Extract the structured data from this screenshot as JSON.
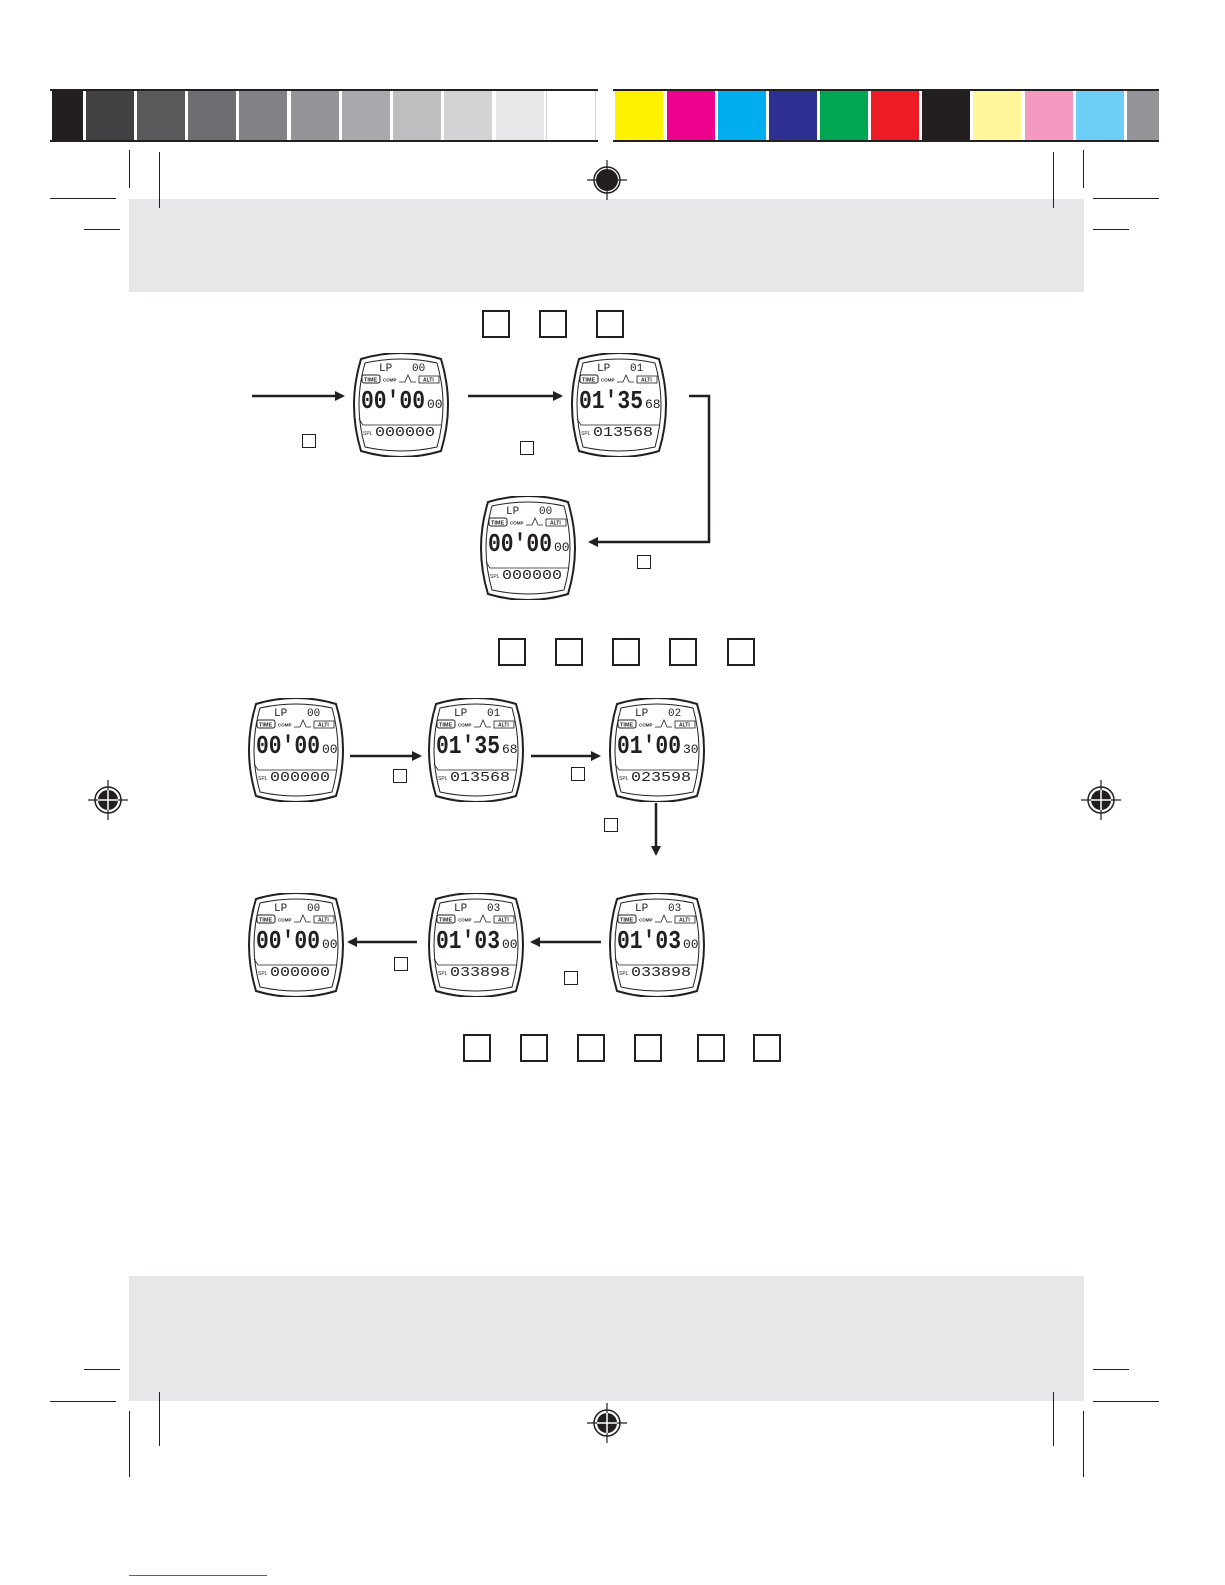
{
  "colors": {
    "gray_bar": [
      "#231f20",
      "#414042",
      "#58595b",
      "#6d6e71",
      "#808285",
      "#939598",
      "#a7a9ac",
      "#bcbec0",
      "#d1d3d4",
      "#e6e7e8",
      "#ffffff"
    ],
    "color_bar": [
      "#fff200",
      "#ec008c",
      "#00aeef",
      "#2e3192",
      "#00a651",
      "#ed1c24",
      "#231f20",
      "#fff799",
      "#f49ac1",
      "#6dcff6",
      "#939598"
    ],
    "band": "#e6e7e8",
    "ink": "#231f20"
  },
  "watch_labels": {
    "lp": "LP",
    "time": "TIME",
    "comp": "COMP",
    "alti": "ALTI",
    "spl": "SPL"
  },
  "section1": {
    "watches": [
      {
        "lap": "00",
        "main": "00'00",
        "hundredths": "00",
        "split": "000000"
      },
      {
        "lap": "01",
        "main": "01'35",
        "hundredths": "68",
        "split": "013568"
      },
      {
        "lap": "00",
        "main": "00'00",
        "hundredths": "00",
        "split": "000000"
      }
    ]
  },
  "section2": {
    "watches": [
      {
        "lap": "00",
        "main": "00'00",
        "hundredths": "00",
        "split": "000000"
      },
      {
        "lap": "01",
        "main": "01'35",
        "hundredths": "68",
        "split": "013568"
      },
      {
        "lap": "02",
        "main": "01'00",
        "hundredths": "30",
        "split": "023598"
      },
      {
        "lap": "03",
        "main": "01'03",
        "hundredths": "00",
        "split": "033898"
      },
      {
        "lap": "03",
        "main": "01'03",
        "hundredths": "00",
        "split": "033898"
      },
      {
        "lap": "00",
        "main": "00'00",
        "hundredths": "00",
        "split": "000000"
      }
    ]
  }
}
